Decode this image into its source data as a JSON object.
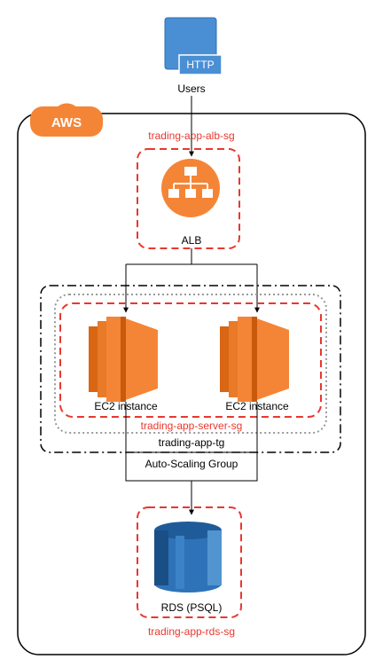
{
  "colors": {
    "security_group": "#e8382f",
    "aws_orange": "#f58536",
    "http_blue": "#4a8fd4",
    "rds_blue": "#2e73b8",
    "line": "#000000"
  },
  "users": {
    "badge": "HTTP",
    "label": "Users",
    "icon": "http-user-icon"
  },
  "cloud": {
    "badge": "AWS",
    "icon": "aws-cloud-icon"
  },
  "alb": {
    "security_group": "trading-app-alb-sg",
    "label": "ALB",
    "icon": "load-balancer-icon"
  },
  "target_group": {
    "label": "trading-app-tg"
  },
  "server_sg": {
    "label": "trading-app-server-sg"
  },
  "instances": [
    {
      "label": "EC2 instance",
      "icon": "ec2-icon"
    },
    {
      "label": "EC2 instance",
      "icon": "ec2-icon"
    }
  ],
  "asg": {
    "label": "Auto-Scaling Group"
  },
  "rds": {
    "label": "RDS (PSQL)",
    "security_group": "trading-app-rds-sg",
    "icon": "database-icon"
  }
}
